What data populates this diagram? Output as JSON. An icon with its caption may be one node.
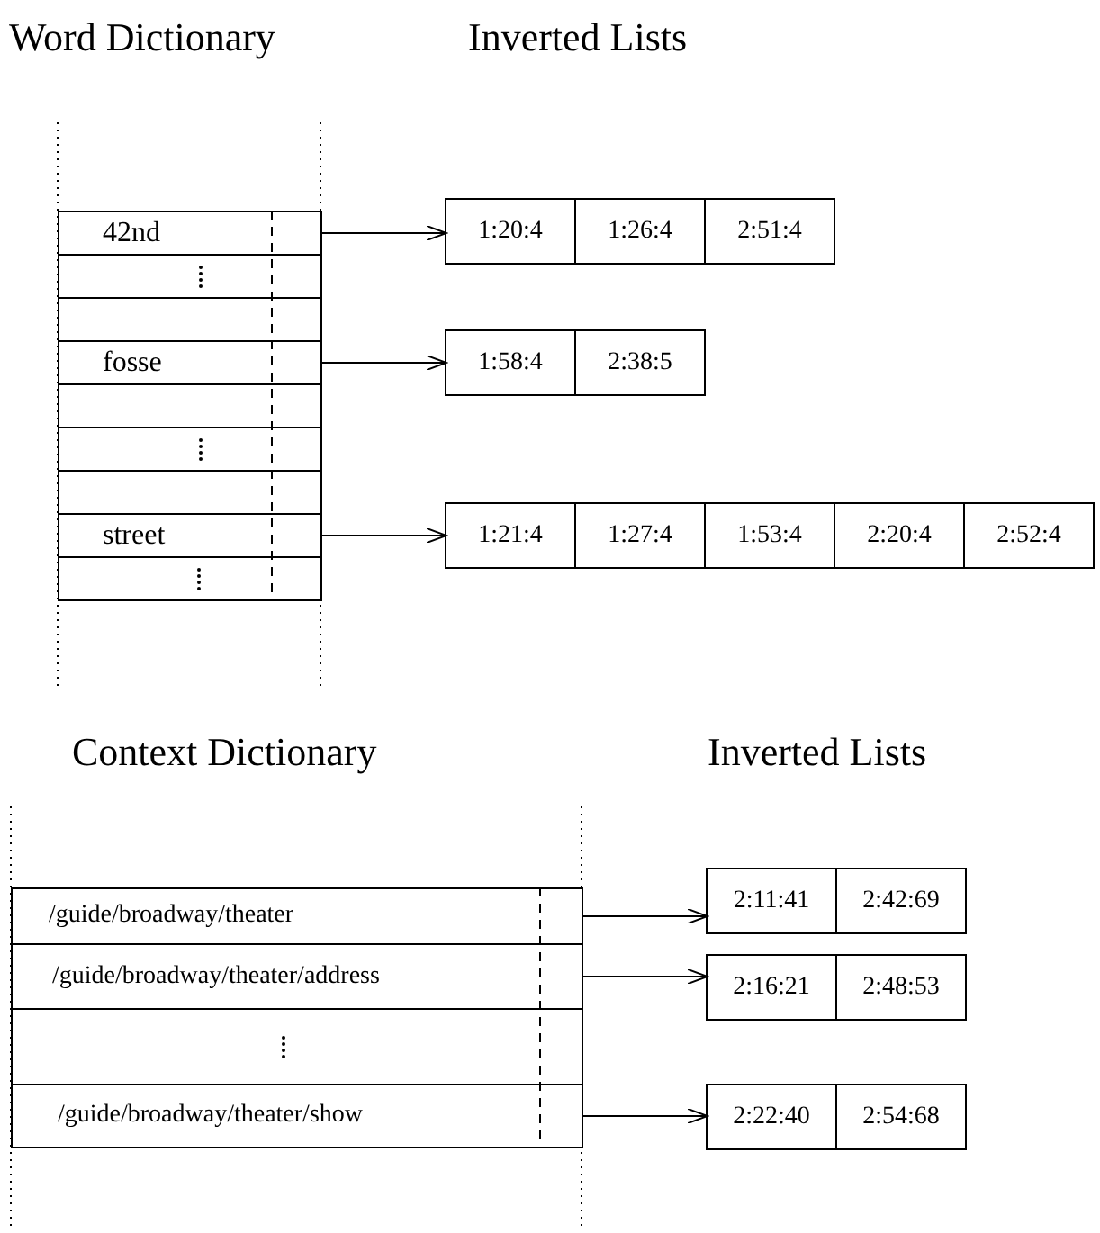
{
  "diagram": {
    "nodes": [
      {
        "text": [
          "42nd"
        ]
      },
      {
        "text": [],
        "shape": "box"
      },
      {
        "text": [],
        "shape": "box"
      },
      {
        "text": [
          "fosse"
        ]
      },
      {
        "text": [],
        "shape": "box"
      },
      {
        "text": [],
        "shape": "box"
      },
      {
        "text": [],
        "shape": "box"
      },
      {
        "text": [
          "street"
        ]
      },
      {
        "text": [],
        "shape": "box"
      },
      {
        "text": [
          "1:20:4",
          "1:26:4",
          "2:51:4"
        ]
      },
      {
        "text": [
          "1:58:4",
          "2:38:5"
        ]
      },
      {
        "text": [
          "1:21:4",
          "1:27:4",
          "1:53:4",
          "2:20:4",
          "2:52:4"
        ]
      },
      {
        "text": [
          "/guide/broadway/theater"
        ]
      },
      {
        "text": [
          "/guide/broadway/theater/address"
        ]
      },
      {
        "text": [],
        "shape": "box"
      },
      {
        "text": [
          "/guide/broadway/theater/show"
        ]
      },
      {
        "text": [
          "2:11:41",
          "2:42:69"
        ]
      },
      {
        "text": [
          "2:16:21",
          "2:48:53"
        ]
      },
      {
        "text": [
          "2:22:40",
          "2:54:68"
        ]
      }
    ],
    "edges": [
      {
        "from": 0,
        "to": 9,
        "arrow": "to"
      },
      {
        "from": 3,
        "to": 10,
        "arrow": "to"
      },
      {
        "from": 7,
        "to": 11,
        "arrow": "to"
      },
      {
        "from": 12,
        "to": 16,
        "arrow": "to"
      },
      {
        "from": 13,
        "to": 17,
        "arrow": "to"
      },
      {
        "from": 15,
        "to": 18,
        "arrow": "to"
      }
    ],
    "labels": [
      "Word Dictionary",
      "Inverted Lists",
      "Context Dictionary",
      "Inverted Lists"
    ]
  }
}
